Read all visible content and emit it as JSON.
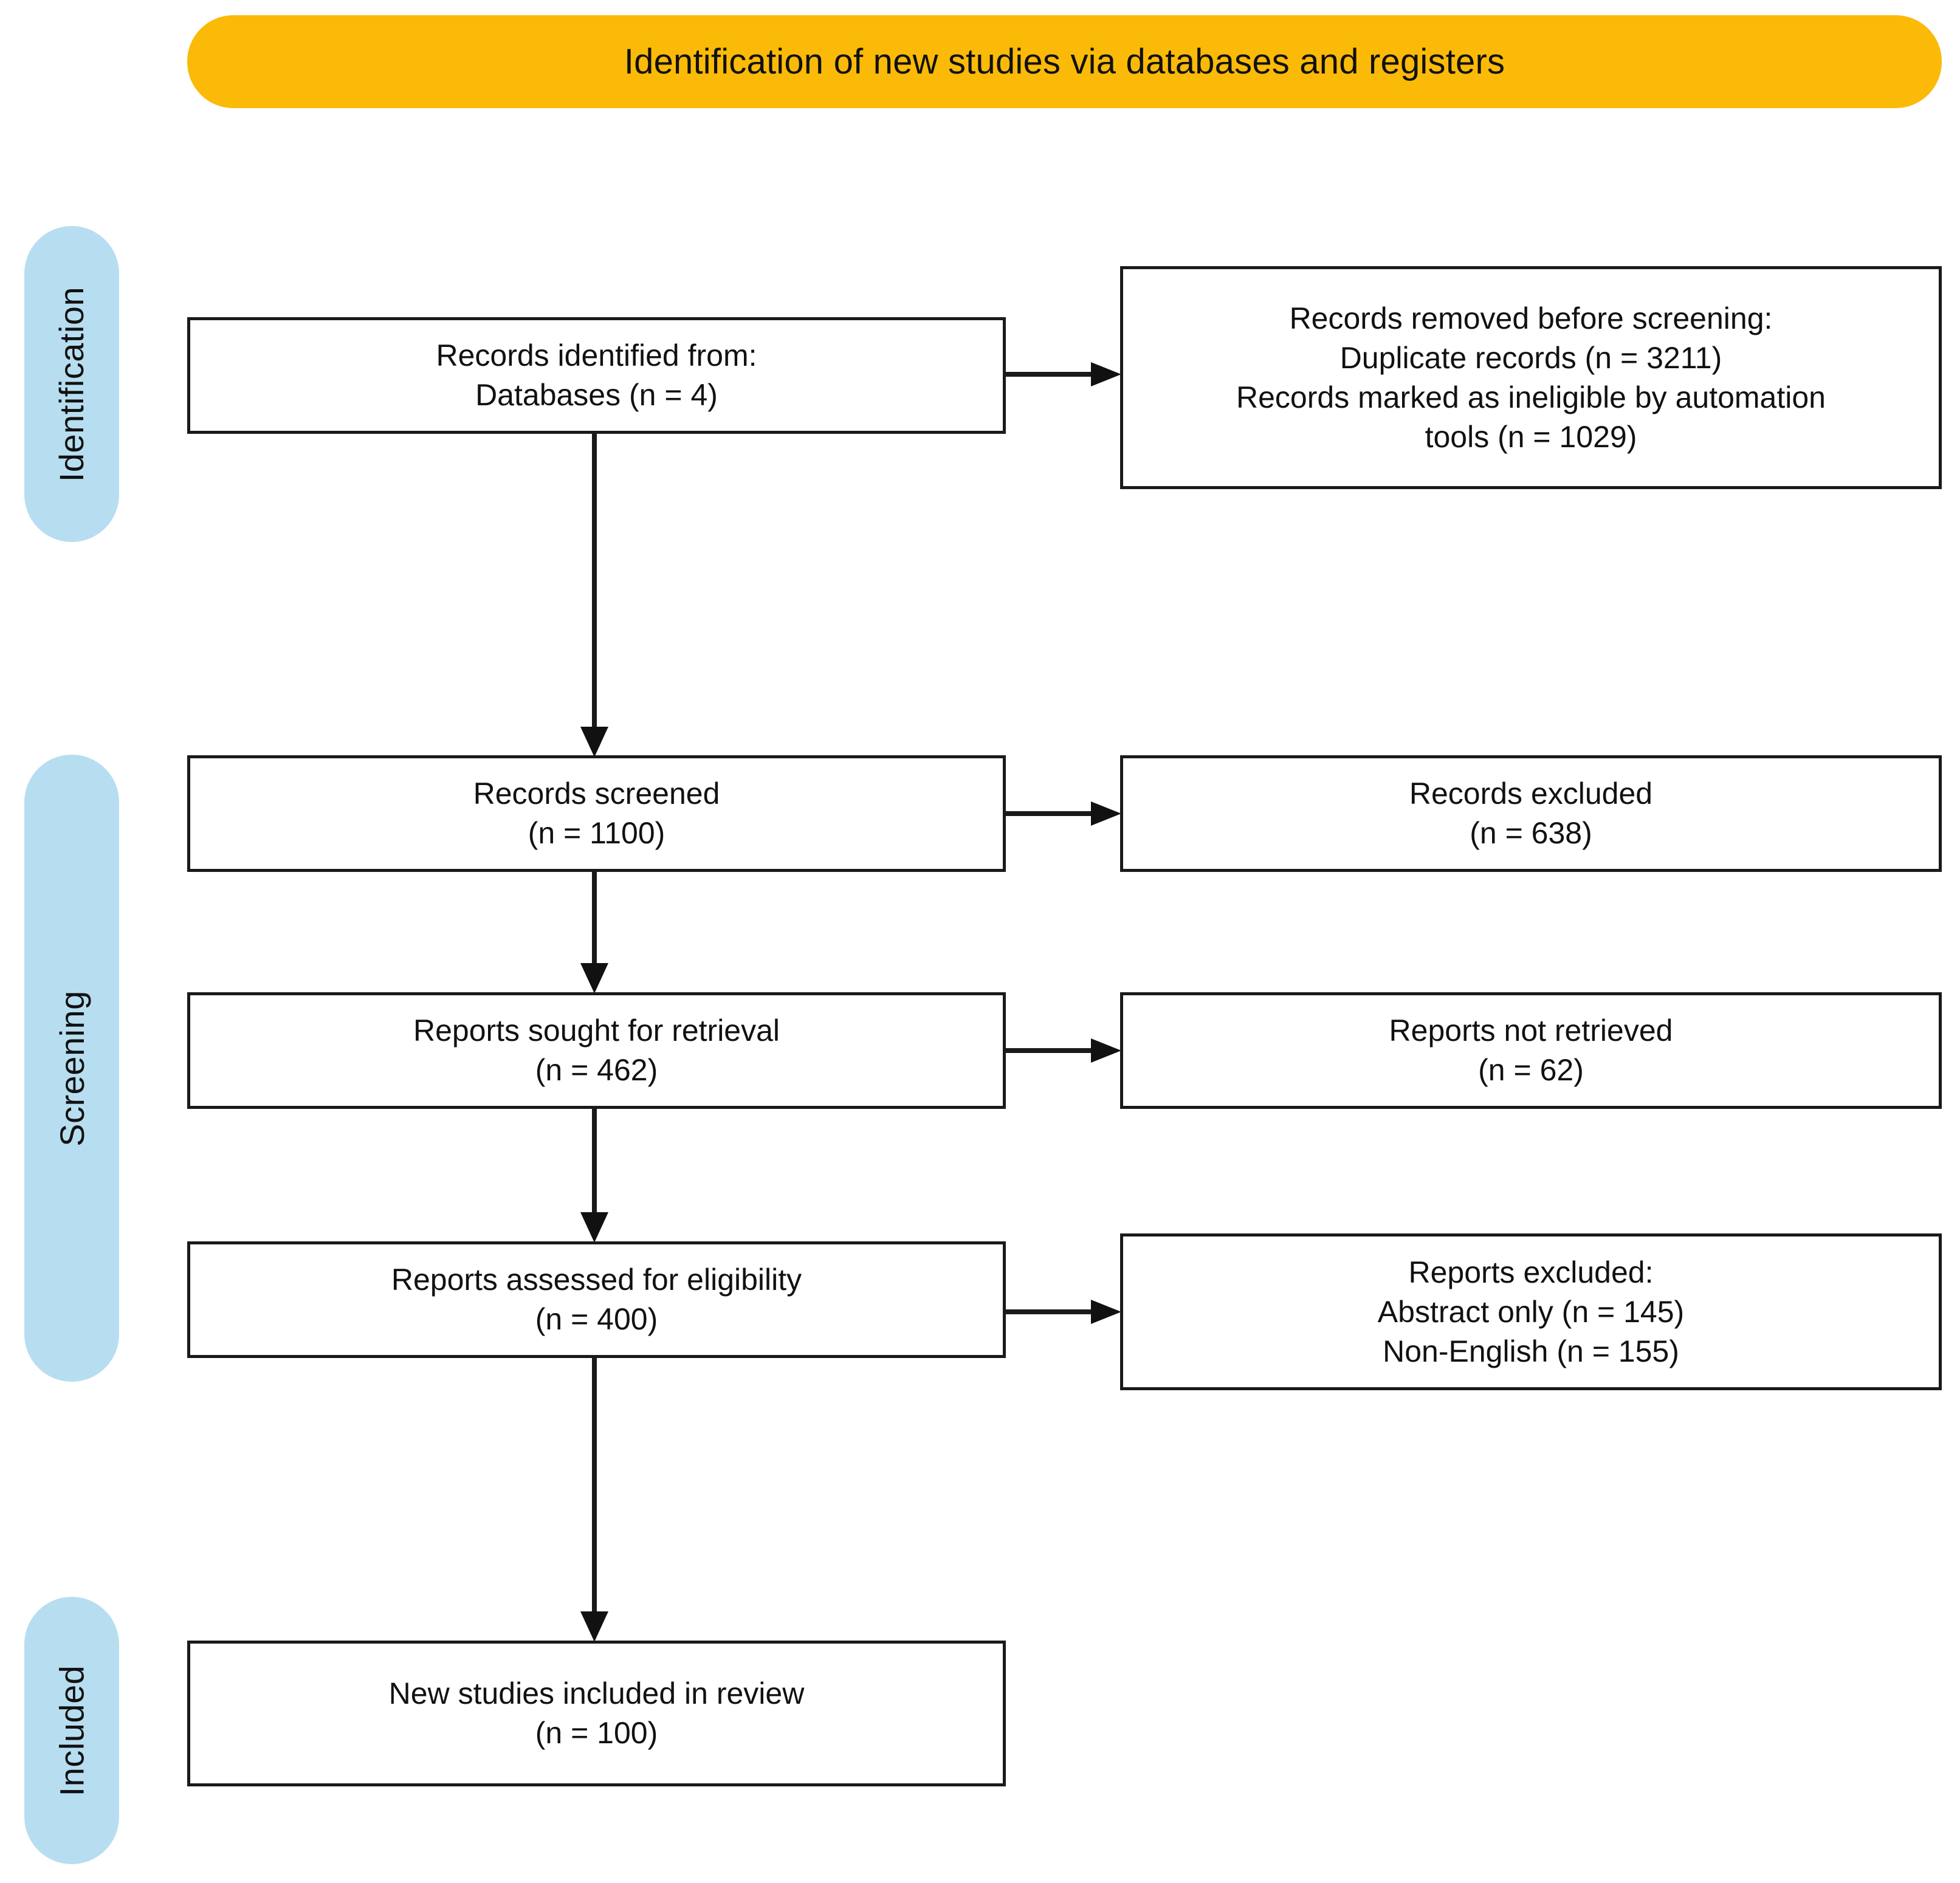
{
  "header": {
    "title": "Identification of new studies via databases and registers",
    "color": "#FBBA07"
  },
  "sidebar": {
    "color": "#B7DEF0",
    "stages": [
      {
        "id": "identification",
        "label": "Identification"
      },
      {
        "id": "screening",
        "label": "Screening"
      },
      {
        "id": "included",
        "label": "Included"
      }
    ]
  },
  "boxes": {
    "identified": {
      "name": "records-identified",
      "lines": [
        "Records identified from:",
        "Databases (n = 4)"
      ]
    },
    "removed": {
      "name": "records-removed",
      "lines": [
        "Records removed before screening:",
        "Duplicate records (n = 3211)",
        "Records marked as ineligible by automation",
        "tools (n = 1029)"
      ]
    },
    "screened": {
      "name": "records-screened",
      "lines": [
        "Records screened",
        "(n = 1100)"
      ]
    },
    "excluded1": {
      "name": "records-excluded",
      "lines": [
        "Records excluded",
        "(n = 638)"
      ]
    },
    "sought": {
      "name": "reports-sought",
      "lines": [
        "Reports sought for retrieval",
        "(n = 462)"
      ]
    },
    "notretrieved": {
      "name": "reports-not-retrieved",
      "lines": [
        "Reports not retrieved",
        "(n = 62)"
      ]
    },
    "assessed": {
      "name": "reports-assessed",
      "lines": [
        "Reports assessed for eligibility",
        "(n = 400)"
      ]
    },
    "excluded2": {
      "name": "reports-excluded",
      "lines": [
        "Reports excluded:",
        "Abstract only (n = 145)",
        "Non-English (n = 155)"
      ]
    },
    "included": {
      "name": "new-studies-included",
      "lines": [
        "New studies included in review",
        "(n = 100)"
      ]
    }
  },
  "chart_data": {
    "type": "diagram",
    "title": "Identification of new studies via databases and registers",
    "nodes": [
      {
        "id": "identified",
        "stage": "Identification",
        "column": "left",
        "label": "Records identified from: Databases",
        "n": 4
      },
      {
        "id": "removed",
        "stage": "Identification",
        "column": "right",
        "label": "Records removed before screening",
        "duplicate_records": 3211,
        "ineligible_by_automation_tools": 1029
      },
      {
        "id": "screened",
        "stage": "Screening",
        "column": "left",
        "label": "Records screened",
        "n": 1100
      },
      {
        "id": "excluded1",
        "stage": "Screening",
        "column": "right",
        "label": "Records excluded",
        "n": 638
      },
      {
        "id": "sought",
        "stage": "Screening",
        "column": "left",
        "label": "Reports sought for retrieval",
        "n": 462
      },
      {
        "id": "notretrieved",
        "stage": "Screening",
        "column": "right",
        "label": "Reports not retrieved",
        "n": 62
      },
      {
        "id": "assessed",
        "stage": "Screening",
        "column": "left",
        "label": "Reports assessed for eligibility",
        "n": 400
      },
      {
        "id": "excluded2",
        "stage": "Screening",
        "column": "right",
        "label": "Reports excluded",
        "abstract_only": 145,
        "non_english": 155
      },
      {
        "id": "included",
        "stage": "Included",
        "column": "left",
        "label": "New studies included in review",
        "n": 100
      }
    ],
    "edges": [
      {
        "from": "identified",
        "to": "removed",
        "direction": "right"
      },
      {
        "from": "identified",
        "to": "screened",
        "direction": "down"
      },
      {
        "from": "screened",
        "to": "excluded1",
        "direction": "right"
      },
      {
        "from": "screened",
        "to": "sought",
        "direction": "down"
      },
      {
        "from": "sought",
        "to": "notretrieved",
        "direction": "right"
      },
      {
        "from": "sought",
        "to": "assessed",
        "direction": "down"
      },
      {
        "from": "assessed",
        "to": "excluded2",
        "direction": "right"
      },
      {
        "from": "assessed",
        "to": "included",
        "direction": "down"
      }
    ]
  }
}
